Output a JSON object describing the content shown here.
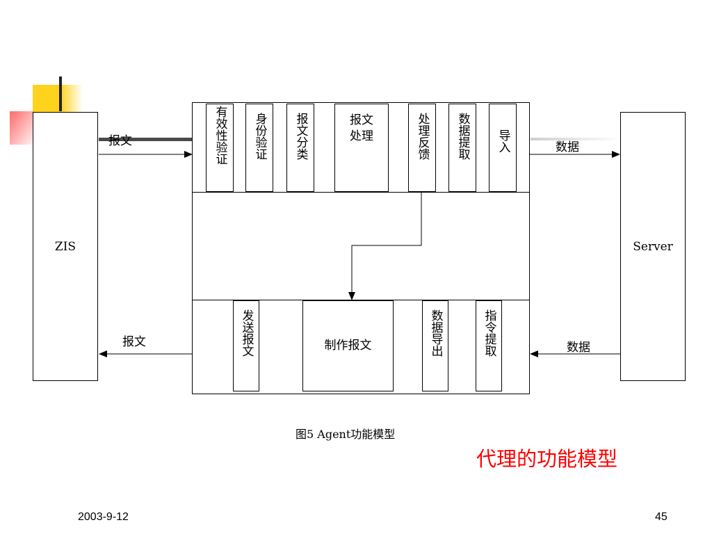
{
  "left_entity": "ZIS",
  "right_entity": "Server",
  "top_modules": [
    {
      "id": "validity",
      "label": "有效性验证"
    },
    {
      "id": "identity",
      "label": "身份验证"
    },
    {
      "id": "classify",
      "label": "报文分类"
    },
    {
      "id": "process",
      "label": "报文\n处理"
    },
    {
      "id": "feedback",
      "label": "处理反馈"
    },
    {
      "id": "extract",
      "label": "数据提取"
    },
    {
      "id": "import",
      "label": "导入"
    }
  ],
  "bottom_modules": [
    {
      "id": "send",
      "label": "发送报文"
    },
    {
      "id": "make",
      "label": "制作报文"
    },
    {
      "id": "export",
      "label": "数据导出"
    },
    {
      "id": "cmd",
      "label": "指令提取"
    }
  ],
  "arrow_labels": {
    "top_left": "报文",
    "top_right": "数据",
    "bottom_left": "报文",
    "bottom_right": "数据"
  },
  "caption": "图5 Agent功能模型",
  "slide_title": "代理的功能模型",
  "footer": {
    "date": "2003-9-12",
    "page": "45"
  }
}
